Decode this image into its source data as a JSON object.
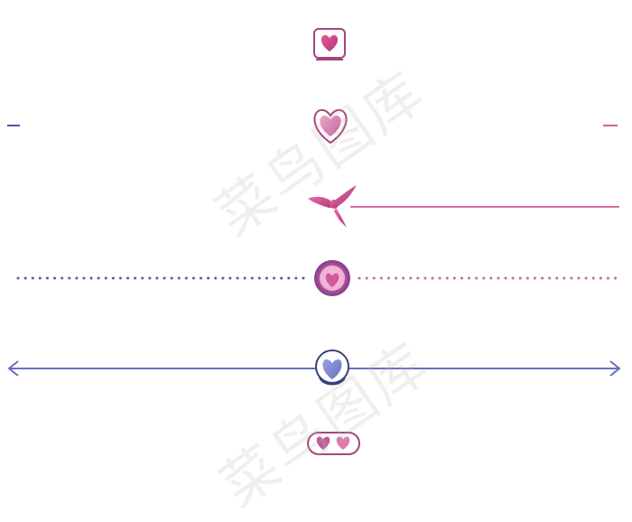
{
  "watermark": {
    "text": "菜鸟图库"
  },
  "colors": {
    "purple": "#6a4aa8",
    "pink": "#e86aa0",
    "blue": "#6670c0",
    "heart": "#d9558f"
  },
  "dividers": [
    {
      "id": "square-heart",
      "icon": "heart-in-square-icon"
    },
    {
      "id": "outlined-heart",
      "icon": "outlined-heart-icon"
    },
    {
      "id": "bird",
      "icon": "bird-icon"
    },
    {
      "id": "dotted-circle-heart",
      "icon": "circle-heart-icon"
    },
    {
      "id": "arrow-circle-heart",
      "icon": "circle-heart-icon"
    },
    {
      "id": "double-heart-pill",
      "icon": "double-heart-pill-icon"
    }
  ]
}
